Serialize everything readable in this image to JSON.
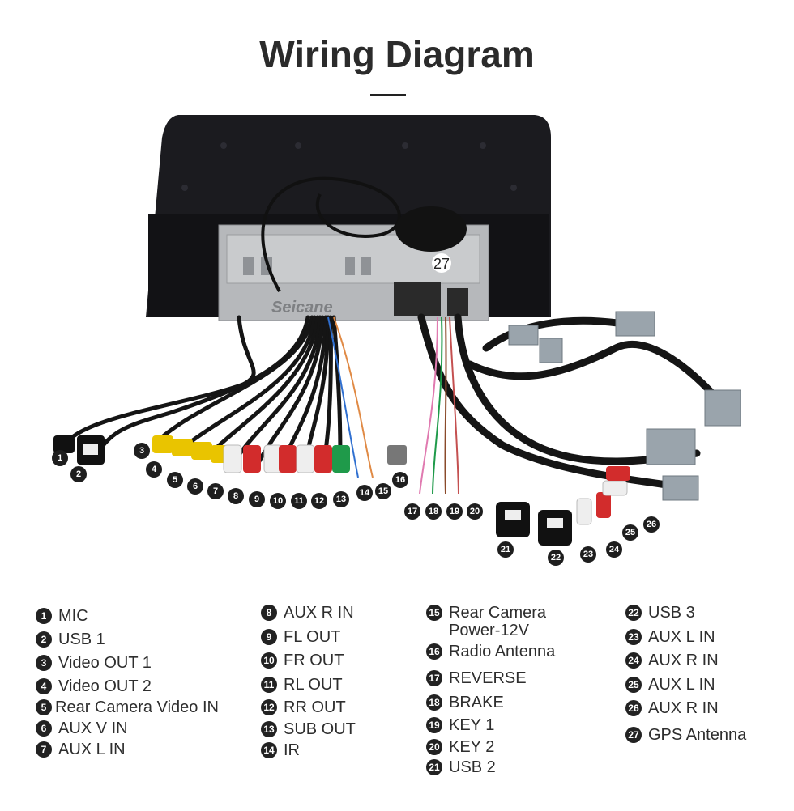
{
  "title": "Wiring Diagram",
  "colors": {
    "accent": "#222222",
    "wire": "#151515",
    "yellow_rca": "#e9c400",
    "red_rca": "#d22c2c",
    "white_rca": "#eeeeee",
    "green_rca": "#1f9a4a",
    "connector_gray": "#9aa4ac"
  },
  "brand_watermark": "Seicane",
  "legend": [
    {
      "num": "1",
      "label": "MIC"
    },
    {
      "num": "2",
      "label": "USB 1"
    },
    {
      "num": "3",
      "label": "Video OUT 1"
    },
    {
      "num": "4",
      "label": "Video OUT 2"
    },
    {
      "num": "5",
      "label": "Rear Camera Video IN"
    },
    {
      "num": "6",
      "label": "AUX V IN"
    },
    {
      "num": "7",
      "label": "AUX L IN"
    },
    {
      "num": "8",
      "label": "AUX R IN"
    },
    {
      "num": "9",
      "label": "FL OUT"
    },
    {
      "num": "10",
      "label": "FR OUT"
    },
    {
      "num": "11",
      "label": "RL OUT"
    },
    {
      "num": "12",
      "label": "RR OUT"
    },
    {
      "num": "13",
      "label": "SUB OUT"
    },
    {
      "num": "14",
      "label": "IR"
    },
    {
      "num": "15",
      "label": "Rear Camera Power-12V"
    },
    {
      "num": "16",
      "label": "Radio Antenna"
    },
    {
      "num": "17",
      "label": "REVERSE"
    },
    {
      "num": "18",
      "label": "BRAKE"
    },
    {
      "num": "19",
      "label": "KEY 1"
    },
    {
      "num": "20",
      "label": "KEY 2"
    },
    {
      "num": "21",
      "label": "USB 2"
    },
    {
      "num": "22",
      "label": "USB 3"
    },
    {
      "num": "23",
      "label": "AUX L IN"
    },
    {
      "num": "24",
      "label": "AUX R IN"
    },
    {
      "num": "25",
      "label": "AUX L IN"
    },
    {
      "num": "26",
      "label": "AUX R IN"
    },
    {
      "num": "27",
      "label": "GPS Antenna"
    }
  ]
}
